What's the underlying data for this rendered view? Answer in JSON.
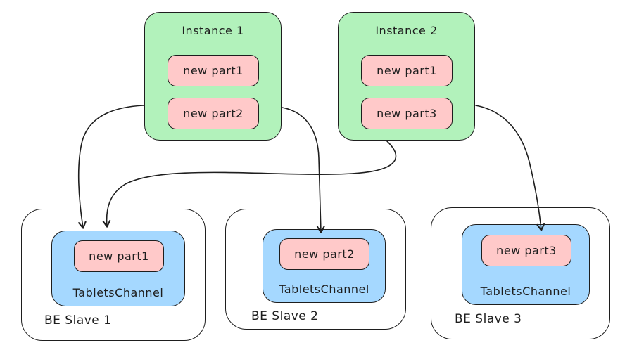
{
  "instances": [
    {
      "label": "Instance 1",
      "parts": [
        {
          "label": "new part1"
        },
        {
          "label": "new part2"
        }
      ]
    },
    {
      "label": "Instance 2",
      "parts": [
        {
          "label": "new part1"
        },
        {
          "label": "new part3"
        }
      ]
    }
  ],
  "slaves": [
    {
      "label": "BE Slave 1",
      "channel": "TabletsChannel",
      "parts": [
        {
          "label": "new part1"
        }
      ]
    },
    {
      "label": "BE Slave 2",
      "channel": "TabletsChannel",
      "parts": [
        {
          "label": "new part2"
        }
      ]
    },
    {
      "label": "BE Slave 3",
      "channel": "TabletsChannel",
      "parts": [
        {
          "label": "new part3"
        }
      ]
    }
  ],
  "colors": {
    "instance_fill": "#b2f2bb",
    "part_fill": "#ffc9c9",
    "channel_fill": "#a5d8ff",
    "stroke": "#1e1e1e",
    "background": "#ffffff"
  }
}
